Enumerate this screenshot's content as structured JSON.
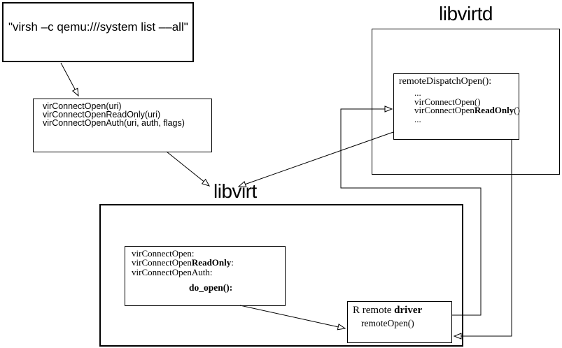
{
  "colors": {
    "background": "#ffffff",
    "line": "#000000",
    "text": "#000000"
  },
  "virsh_box": {
    "text": "\"virsh –c qemu:///system list ––all\""
  },
  "api_box": {
    "lines": [
      "virConnectOpen(uri)",
      "virConnectOpenReadOnly(uri)",
      "virConnectOpenAuth(uri, auth, flags)"
    ]
  },
  "libvirtd": {
    "label": "libvirtd",
    "dispatch_box": {
      "title": "remoteDispatchOpen():",
      "lines": [
        [
          {
            "t": "..."
          }
        ],
        [
          {
            "t": "virConnectOpen()"
          }
        ],
        [
          {
            "t": "virConnectOpen"
          },
          {
            "t": "ReadOnly",
            "b": true
          },
          {
            "t": "()"
          }
        ],
        [
          {
            "t": "..."
          }
        ]
      ]
    }
  },
  "libvirt": {
    "label": "libvirt",
    "handler_box": {
      "lines": [
        [
          {
            "t": "virConnectOpen:"
          }
        ],
        [
          {
            "t": "virConnectOpen"
          },
          {
            "t": "ReadOnly",
            "b": true
          },
          {
            "t": ":"
          }
        ],
        [
          {
            "t": "virConnectOpenAuth:"
          }
        ]
      ],
      "call": "do_open():"
    },
    "remote_driver_box": {
      "title": [
        {
          "t": "R remote "
        },
        {
          "t": "driver",
          "b": true
        }
      ],
      "call": "remoteOpen()"
    }
  },
  "arrows": [
    {
      "from": "virsh-command-box",
      "to": "public-api-box"
    },
    {
      "from": "public-api-box",
      "to": "libvirt-label"
    },
    {
      "from": "remote-dispatch-open-box",
      "to": "libvirt-label"
    },
    {
      "from": "do-open-call",
      "to": "remote-driver-box"
    },
    {
      "from": "remote-open-call",
      "to": "remote-dispatch-open-box"
    },
    {
      "from": "remote-dispatch-open-box",
      "to": "remote-driver-box"
    }
  ]
}
